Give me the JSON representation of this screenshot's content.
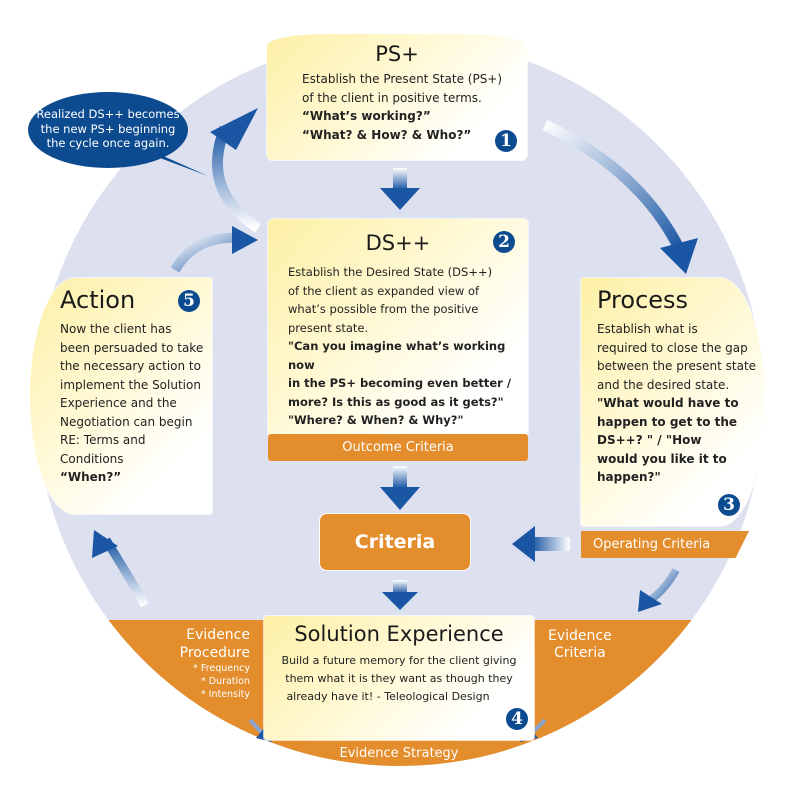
{
  "colors": {
    "circle_fill": "#dde0ef",
    "box_yellow": "#fdf0a6",
    "orange": "#e38d2c",
    "navy": "#0d4b91",
    "arrow_blue": "#1a56a4"
  },
  "speech_bubble": {
    "text_lines": [
      "Realized DS++ becomes",
      "the new PS+ beginning",
      "the cycle once again."
    ]
  },
  "steps": {
    "ps": {
      "number": "1",
      "title": "PS+",
      "lines": [
        "Establish the Present State (PS+)",
        "of the client in positive terms."
      ],
      "bold_lines": [
        "“What’s working?”",
        "“What?  &  How?  &  Who?”"
      ]
    },
    "ds": {
      "number": "2",
      "title": "DS++",
      "lines": [
        "Establish the Desired State (DS++)",
        "of the client as expanded view of",
        "what’s possible from the positive",
        "present state."
      ],
      "bold_lines": [
        "\"Can you imagine what’s working now",
        "in the PS+ becoming even better /",
        "more? Is this as good as it gets?\"",
        "\"Where?  &  When?  &  Why?\""
      ],
      "footer": "Outcome Criteria"
    },
    "process": {
      "number": "3",
      "title": "Process",
      "lines": [
        "Establish what is",
        "required to close the gap",
        "between the present state",
        "and the desired state."
      ],
      "bold_lines": [
        "\"What would have to",
        "happen to get to the",
        "DS++? \" / \"How",
        "would you like it to",
        "happen?\""
      ],
      "footer": "Operating Criteria"
    },
    "solution": {
      "number": "4",
      "title": "Solution Experience",
      "lines": [
        "Build a future memory for the client giving",
        "them what it is they want as though they",
        "already have it! - Teleological Design"
      ],
      "footer": "Evidence Strategy"
    },
    "action": {
      "number": "5",
      "title": "Action",
      "lines": [
        "Now the client has",
        "been persuaded to take",
        "the necessary action to",
        "implement the Solution",
        "Experience and the",
        "Negotiation can begin",
        "RE: Terms and Conditions"
      ],
      "bold_lines": [
        "“When?”"
      ]
    }
  },
  "criteria": {
    "label": "Criteria"
  },
  "evidence_procedure": {
    "title_lines": [
      "Evidence",
      "Procedure"
    ],
    "items": [
      "* Frequency",
      "* Duration",
      "* Intensity"
    ]
  },
  "evidence_criteria": {
    "title_lines": [
      "Evidence",
      "Criteria"
    ]
  }
}
